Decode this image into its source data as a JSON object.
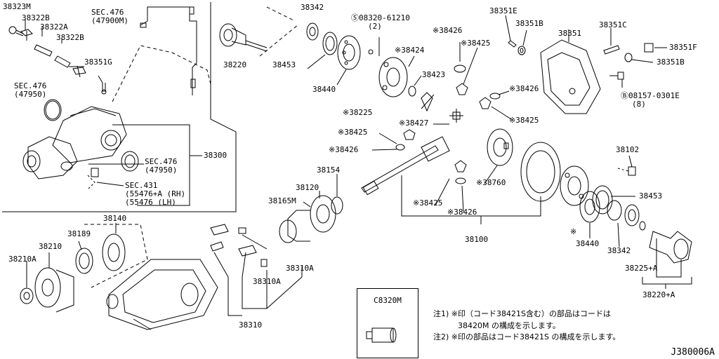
{
  "labels": {
    "p38323M": "38323M",
    "p38322B_a": "38322B",
    "p38322A": "38322A",
    "p38322B_b": "38322B",
    "sec476_top": "SEC.476",
    "sec476_top_ref": "(47900M)",
    "p38351G": "38351G",
    "sec476_left": "SEC.476",
    "sec476_left_ref": "(47950)",
    "sec476_mid": "SEC.476",
    "sec476_mid_ref": "(47950)",
    "p38300": "38300",
    "sec431": "SEC.431",
    "sec431_rh": "(55476+A (RH)",
    "sec431_lh": "(55476 (LH)",
    "p38342_top": "38342",
    "p38220": "38220",
    "p38453_top": "38453",
    "p38440_top": "38440",
    "bolt_08320": "08320-61210",
    "bolt_08320_qty": "(2)",
    "p38424": "※38424",
    "p38423": "38423",
    "p38426_a": "※38426",
    "p38425_a": "※38425",
    "p38225": "※38225",
    "p38427": "※38427",
    "p38351E": "38351E",
    "p38351B_a": "38351B",
    "p38351": "38351",
    "p38351C": "38351C",
    "p38351F": "38351F",
    "p38351B_b": "38351B",
    "bolt_08157": "08157-0301E",
    "bolt_08157_qty": "(8)",
    "p38426_b": "※38426",
    "p38425_b": "※38425",
    "p38425_c": "※38425",
    "p38426_c": "※38426",
    "p38154": "38154",
    "p38120": "38120",
    "p38165M": "38165M",
    "p38760": "※38760",
    "p38102": "38102",
    "p38425_d": "※38425",
    "p38426_d": "※38426",
    "p38453_right": "38453",
    "asterisk_mark": "※",
    "p38440_right": "38440",
    "p38342_right": "38342",
    "p38100": "38100",
    "p38225A": "38225+A",
    "p38220A": "38220+A",
    "p38140": "38140",
    "p38189": "38189",
    "p38210": "38210",
    "p38210A": "38210A",
    "p38310A_a": "38310A",
    "p38310A_b": "38310A",
    "p38310": "38310"
  },
  "tool_box": {
    "label": "C8320M"
  },
  "notes": {
    "note1_line1": "注1) ※印（コード38421S含む）の部品はコードは",
    "note1_line2": "38420M の構成を示します。",
    "note2": "注2) ※印の部品はコード38421S の構成を示します。"
  },
  "diagram_id": "J380006A"
}
